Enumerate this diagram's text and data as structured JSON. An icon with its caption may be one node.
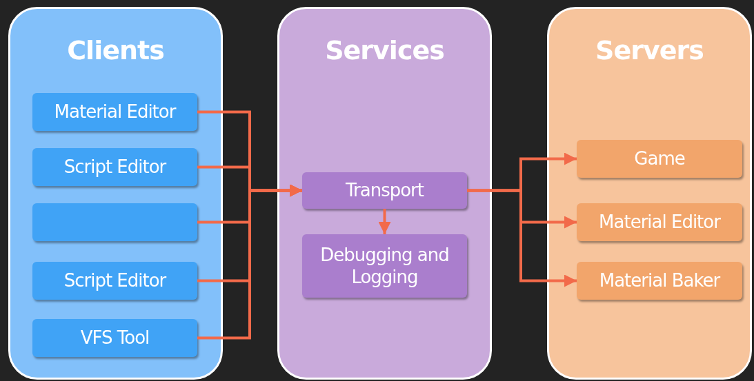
{
  "diagram": {
    "nodes": [
      {
        "text": [
          "Clients"
        ]
      },
      {
        "text": [
          "Material Editor"
        ],
        "in": 0
      },
      {
        "text": [
          "Script Editor"
        ],
        "in": 0
      },
      {
        "text": [],
        "shape": "box",
        "in": 0
      },
      {
        "text": [
          "Script Editor"
        ],
        "in": 0
      },
      {
        "text": [
          "VFS Tool"
        ],
        "in": 0
      },
      {
        "text": [
          "Services"
        ]
      },
      {
        "text": [
          "Transport"
        ],
        "in": 6
      },
      {
        "text": [
          "Debugging and Logging"
        ],
        "in": 6
      },
      {
        "text": [
          "Servers"
        ]
      },
      {
        "text": [
          "Game"
        ],
        "in": 9
      },
      {
        "text": [
          "Material Editor"
        ],
        "in": 9
      },
      {
        "text": [
          "Material Baker"
        ],
        "in": 9
      }
    ],
    "edges": [
      {
        "from": 1,
        "to": 7,
        "arrow": "to"
      },
      {
        "from": 2,
        "to": 7,
        "arrow": "to"
      },
      {
        "from": 3,
        "to": 7,
        "arrow": "to"
      },
      {
        "from": 4,
        "to": 7,
        "arrow": "to"
      },
      {
        "from": 5,
        "to": 7,
        "arrow": "to"
      },
      {
        "from": 7,
        "to": 8,
        "arrow": "to"
      },
      {
        "from": 7,
        "to": 10,
        "arrow": "to"
      },
      {
        "from": 7,
        "to": 11,
        "arrow": "to"
      },
      {
        "from": 7,
        "to": 12,
        "arrow": "to"
      }
    ]
  }
}
